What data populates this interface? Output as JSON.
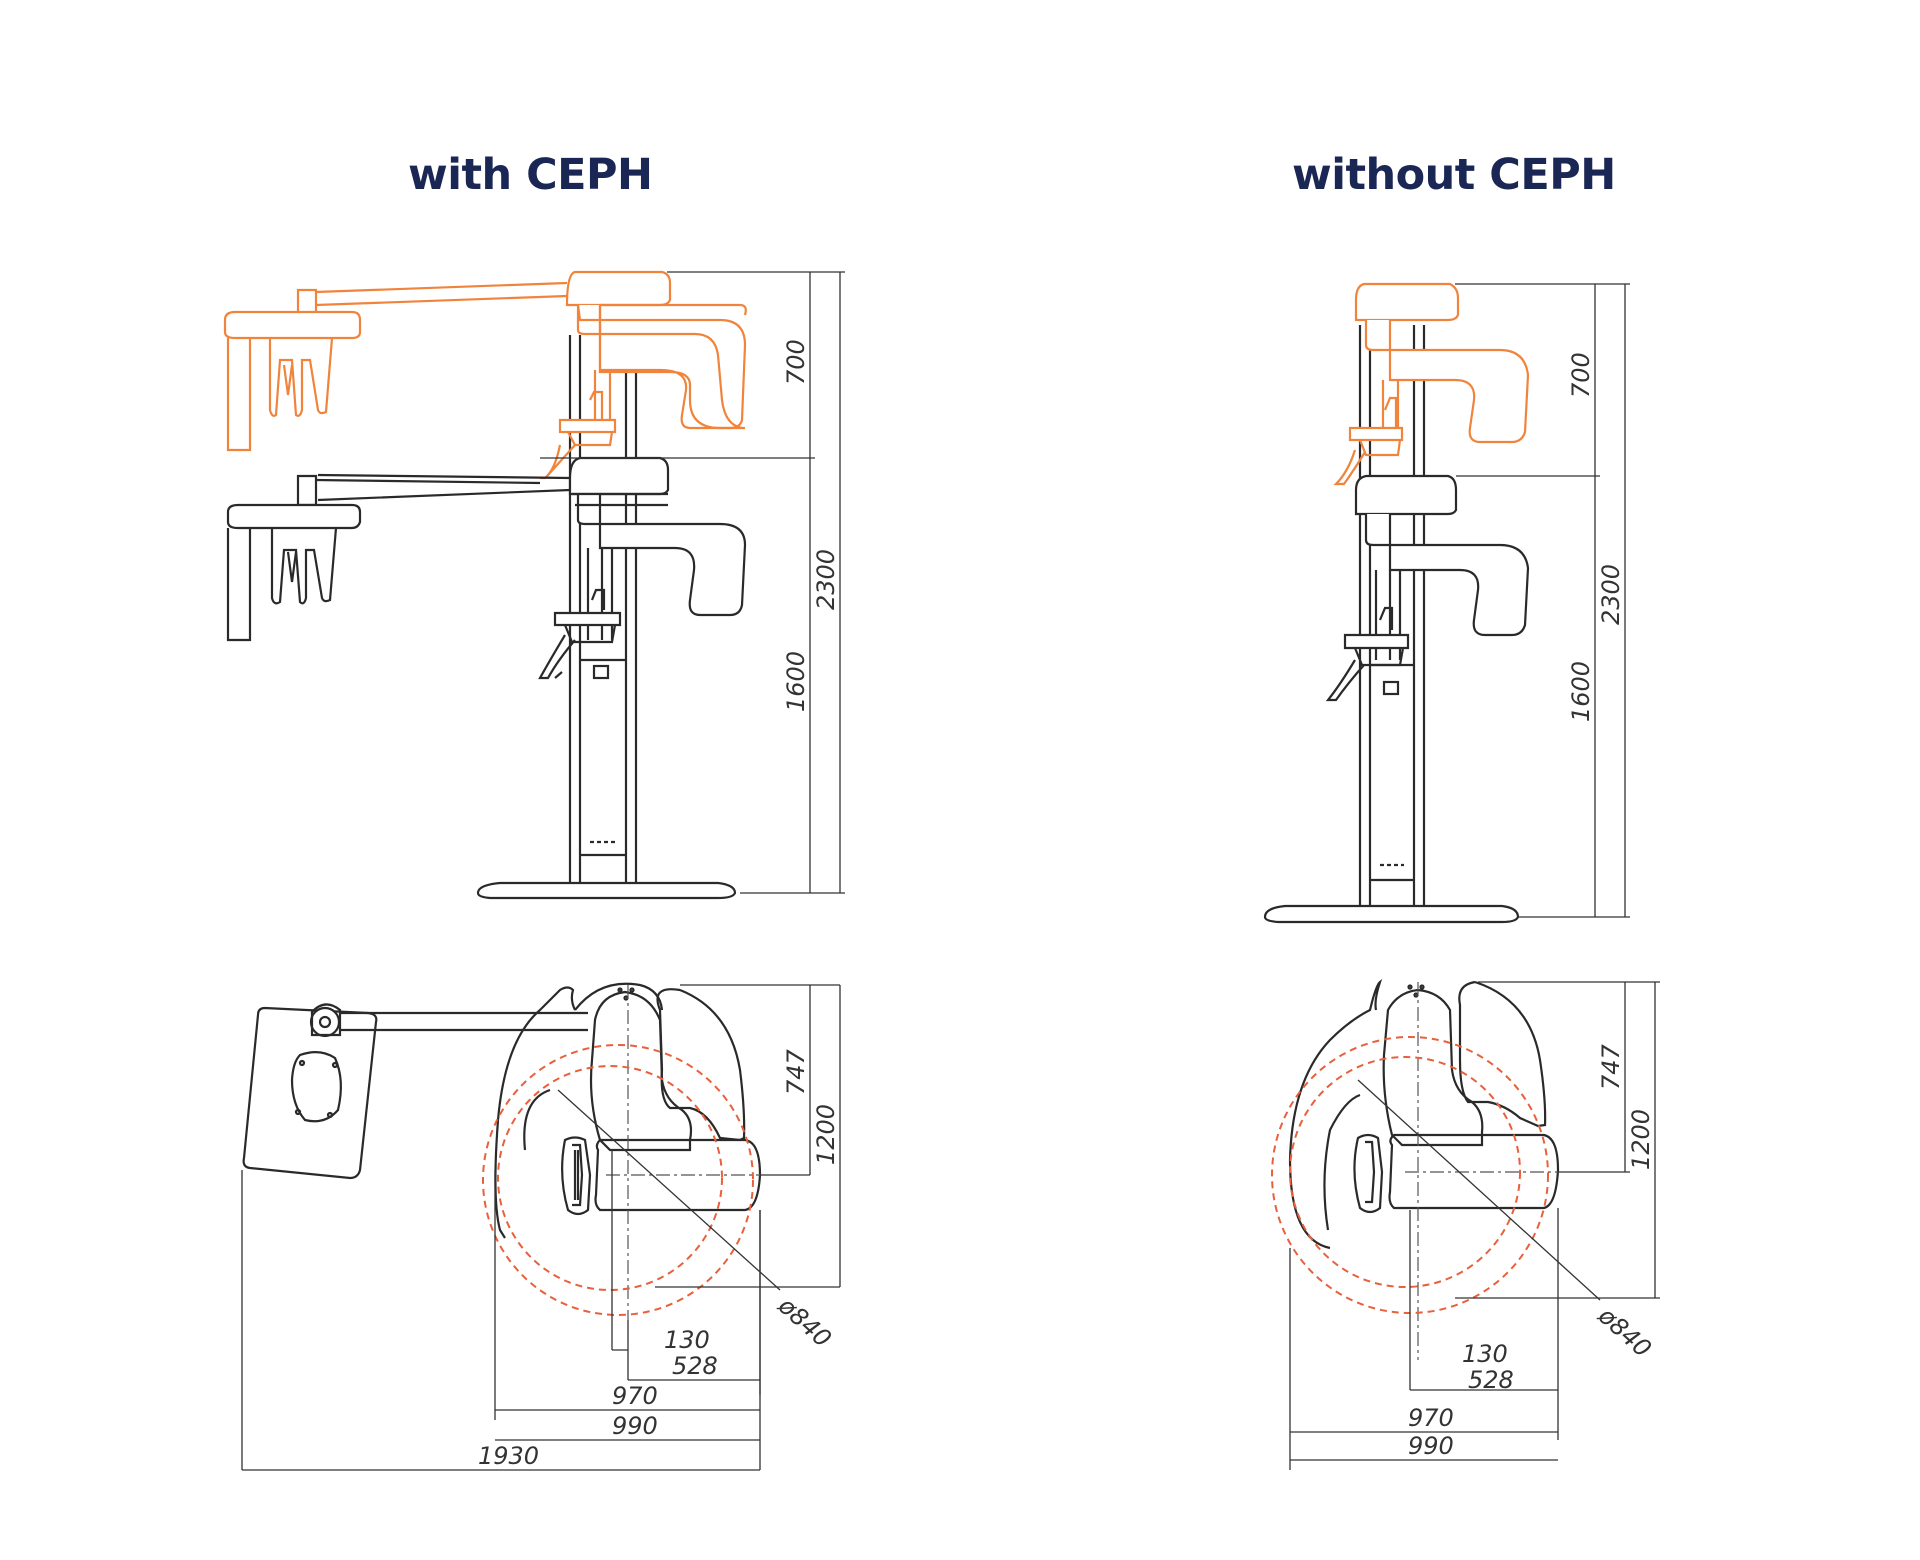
{
  "titles": {
    "with_ceph": "with CEPH",
    "without_ceph": "without CEPH"
  },
  "dimensions": {
    "with_ceph": {
      "side": {
        "top": "700",
        "total": "2300",
        "bottom": "1600"
      },
      "top_view": {
        "d747": "747",
        "d1200": "1200",
        "diameter": "ø840",
        "d130": "130",
        "d528": "528",
        "d970": "970",
        "d990": "990",
        "d1930": "1930"
      }
    },
    "without_ceph": {
      "side": {
        "top": "700",
        "total": "2300",
        "bottom": "1600"
      },
      "top_view": {
        "d747": "747",
        "d1200": "1200",
        "diameter": "ø840",
        "d130": "130",
        "d528": "528",
        "d970": "970",
        "d990": "990"
      }
    }
  },
  "colors": {
    "title": "#1a2654",
    "upper_position": "#f0843c",
    "rotation_circle": "#e8603c",
    "outline": "#2a2a2a"
  }
}
